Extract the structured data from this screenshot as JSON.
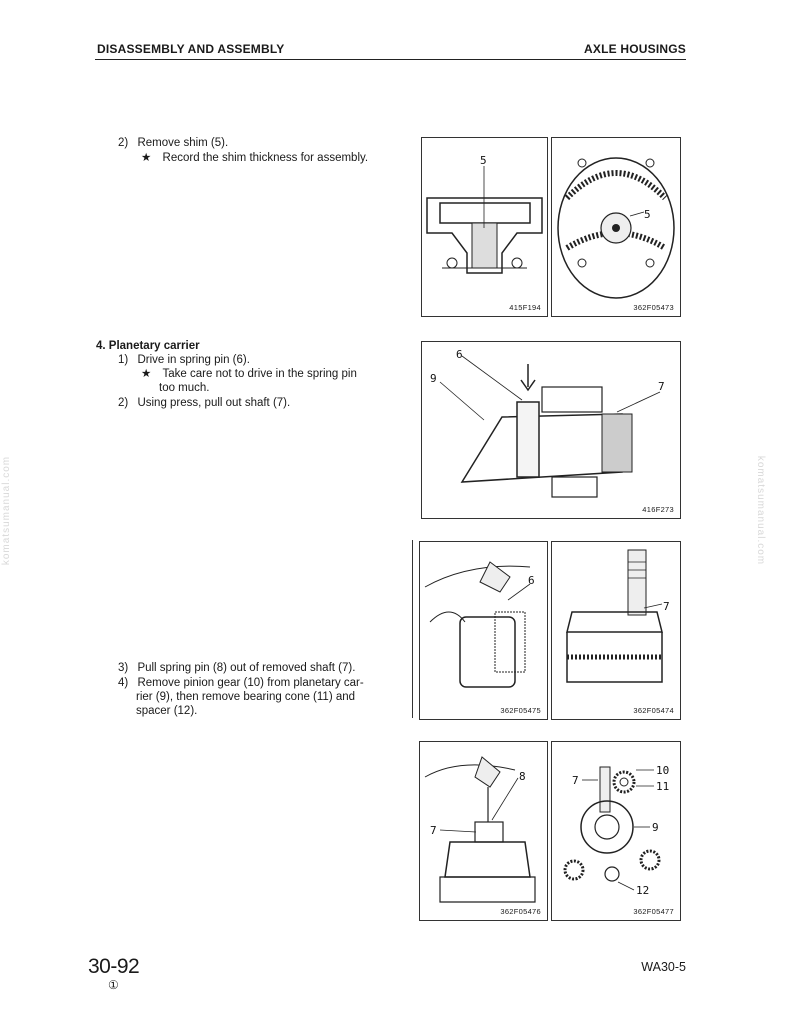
{
  "header": {
    "section": "DISASSEMBLY AND ASSEMBLY",
    "chapter": "AXLE HOUSINGS"
  },
  "watermark": "komatsumanual.com",
  "step_shim": {
    "num": "2)",
    "text": "Remove shim (5).",
    "note_mark": "★",
    "note": "Record the shim thickness for assembly."
  },
  "planetary": {
    "heading": "4.  Planetary carrier",
    "step1_num": "1)",
    "step1": "Drive in spring pin (6).",
    "note_mark": "★",
    "note_line1": "Take care not to drive in the spring pin",
    "note_line2": "too much.",
    "step2_num": "2)",
    "step2": "Using press, pull out shaft (7).",
    "step3_num": "3)",
    "step3": "Pull spring pin (8) out of removed shaft (7).",
    "step4_num": "4)",
    "step4_line1": "Remove pinion gear (10) from planetary car-",
    "step4_line2": "rier (9), then remove bearing cone (11) and",
    "step4_line3": "spacer (12)."
  },
  "figures": {
    "f1": {
      "id": "415F194",
      "callouts": [
        "5"
      ]
    },
    "f2": {
      "id": "362F05473",
      "callouts": [
        "5"
      ]
    },
    "f3": {
      "id": "416F273",
      "callouts": [
        "6",
        "9",
        "7"
      ]
    },
    "f4": {
      "id": "362F05475",
      "callouts": [
        "6"
      ]
    },
    "f5": {
      "id": "362F05474",
      "callouts": [
        "7"
      ]
    },
    "f6": {
      "id": "362F05476",
      "callouts": [
        "8",
        "7"
      ]
    },
    "f7": {
      "id": "362F05477",
      "callouts": [
        "10",
        "11",
        "7",
        "9",
        "12"
      ]
    }
  },
  "footer": {
    "page": "30-92",
    "revision": "①",
    "model": "WA30-5"
  }
}
